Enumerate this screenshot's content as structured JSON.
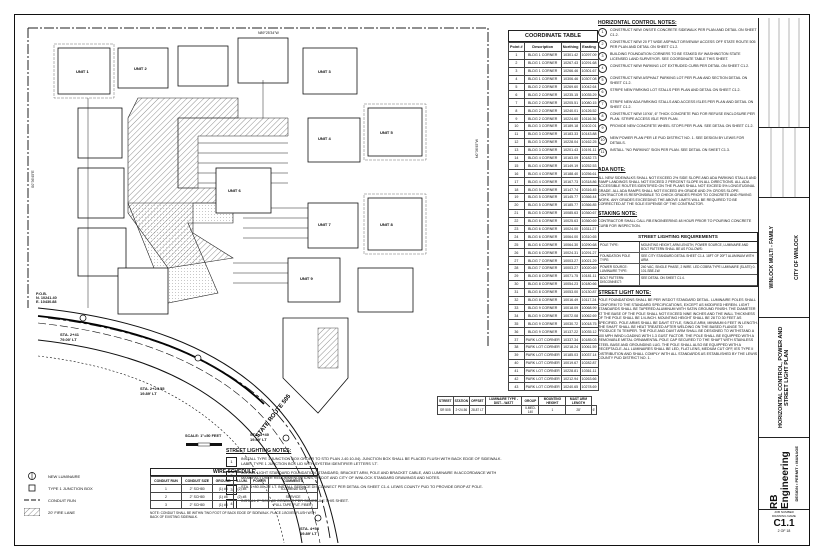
{
  "coordinate_table": {
    "title": "COORDINATE TABLE",
    "headers": [
      "Point #",
      "Description",
      "Northing",
      "Easting"
    ],
    "rows": [
      [
        "1",
        "BLDG 1 CORNER",
        "10301.42",
        "10297.09"
      ],
      [
        "2",
        "BLDG 1 CORNER",
        "10267.43",
        "10291.68"
      ],
      [
        "3",
        "BLDG 1 CORNER",
        "10266.46",
        "10301.67"
      ],
      [
        "4",
        "BLDG 1 CORNER",
        "10306.46",
        "10307.08"
      ],
      [
        "5",
        "BLDG 2 CORNER",
        "10269.60",
        "10042.64"
      ],
      [
        "6",
        "BLDG 2 CORNER",
        "10235.15",
        "10035.29"
      ],
      [
        "7",
        "BLDG 2 CORNER",
        "10205.51",
        "10080.15"
      ],
      [
        "8",
        "BLDG 2 CORNER",
        "10240.01",
        "10126.52"
      ],
      [
        "9",
        "BLDG 2 CORNER",
        "10224.60",
        "10116.36"
      ],
      [
        "10",
        "BLDG 3 CORNER",
        "10189.18",
        "10102.01"
      ],
      [
        "11",
        "BLDG 3 CORNER",
        "10183.33",
        "10143.88"
      ],
      [
        "12",
        "BLDG 3 CORNER",
        "10228.04",
        "10162.25"
      ],
      [
        "13",
        "BLDG 3 CORNER",
        "10201.43",
        "10191.11"
      ],
      [
        "14",
        "BLDG 4 CORNER",
        "10163.09",
        "10182.73"
      ],
      [
        "15",
        "BLDG 4 CORNER",
        "10149.19",
        "10252.53"
      ],
      [
        "16",
        "BLDG 4 CORNER",
        "10188.40",
        "10256.61"
      ],
      [
        "17",
        "BLDG 4 CORNER",
        "10167.73",
        "10318.86"
      ],
      [
        "18",
        "BLDG 5 CORNER",
        "10147.74",
        "10316.45"
      ],
      [
        "19",
        "BLDG 5 CORNER",
        "10145.77",
        "10366.44"
      ],
      [
        "20",
        "BLDG 5 CORNER",
        "10185.77",
        "10366.85"
      ],
      [
        "21",
        "BLDG 5 CORNER",
        "10085.63",
        "10360.67"
      ],
      [
        "22",
        "BLDG 6 CORNER",
        "10025.63",
        "10360.69"
      ],
      [
        "23",
        "BLDG 6 CORNER",
        "10024.00",
        "10311.27"
      ],
      [
        "24",
        "BLDG 6 CORNER",
        "10064.00",
        "10310.65"
      ],
      [
        "25",
        "BLDG 6 CORNER",
        "10064.30",
        "10290.68"
      ],
      [
        "26",
        "BLDG 6 CORNER",
        "10024.31",
        "10291.27"
      ],
      [
        "27",
        "BLDG 7 CORNER",
        "10003.27",
        "10021.29"
      ],
      [
        "28",
        "BLDG 7 CORNER",
        "10003.27",
        "10020.69"
      ],
      [
        "29",
        "BLDG 8 CORNER",
        "10071.75",
        "10181.11"
      ],
      [
        "30",
        "BLDG 8 CORNER",
        "10054.23",
        "10180.66"
      ],
      [
        "31",
        "BLDG 8 CORNER",
        "10053.00",
        "10130.87"
      ],
      [
        "32",
        "BLDG 8 CORNER",
        "10016.49",
        "10117.24"
      ],
      [
        "33",
        "BLDG 9 CORNER",
        "10018.09",
        "10068.99"
      ],
      [
        "34",
        "BLDG 9 CORNER",
        "10072.08",
        "10062.69"
      ],
      [
        "35",
        "BLDG 9 CORNER",
        "10030.72",
        "10018.75"
      ],
      [
        "36",
        "BLDG 9 CORNER",
        "10137.22",
        "10035.12"
      ],
      [
        "37",
        "PARK LOT CORNER",
        "10337.34",
        "10185.03"
      ],
      [
        "38",
        "PARK LOT CORNER",
        "10218.24",
        "10061.59"
      ],
      [
        "39",
        "PARK LOT CORNER",
        "10185.03",
        "10037.14"
      ],
      [
        "40",
        "PARK LOT CORNER",
        "10019.67",
        "10282.87"
      ],
      [
        "41",
        "PARK LOT CORNER",
        "10228.81",
        "10361.11"
      ],
      [
        "42",
        "PARK LOT CORNER",
        "10212.94",
        "10263.66"
      ],
      [
        "43",
        "PARK LOT CORNER",
        "10240.65",
        "10278.69"
      ]
    ]
  },
  "horizontal_control_notes": {
    "title": "HORIZONTAL CONTROL NOTES:",
    "items": [
      {
        "num": "1",
        "text": "CONSTRUCT NEW ONSITE CONCRETE SIDEWALK PER PLAN AND DETAIL ON SHEET C1.2."
      },
      {
        "num": "2",
        "text": "CONSTRUCT NEW 20 FT WIDE ASPHALT DRIVEWAY ACCESS OFF STATE ROUTE 505 PER PLAN AND DETAIL ON SHEET C1.2."
      },
      {
        "num": "3",
        "text": "BUILDING FOUNDATION CORNERS TO BE STAKED BY WASHINGTON STATE LICENSED LAND SURVEYOR. SEE COORDINATE TABLE THIS SHEET."
      },
      {
        "num": "4",
        "text": "CONSTRUCT NEW PARKING LOT EXTRUDED CURB PER DETAIL ON SHEET C1.2."
      },
      {
        "num": "5",
        "text": "CONSTRUCT NEW ASPHALT PARKING LOT PER PLAN AND SECTION DETAIL ON SHEET C1.2."
      },
      {
        "num": "6",
        "text": "STRIPE NEW PARKING LOT STALLS PER PLAN AND DETAIL ON SHEET C1.2."
      },
      {
        "num": "7",
        "text": "STRIPE NEW ADA PARKING STALLS AND ACCESS ISLES PER PLAN AND DETAIL ON SHEET C1.2."
      },
      {
        "num": "8",
        "text": "CONSTRUCT NEW 10'X6', 6\" THICK CONCRETE PAD FOR REFUSE ENCLOSURE PER PLAN. STRIPE ACCESS ISLE PER PLAN."
      },
      {
        "num": "9",
        "text": "PROVIDE NEW CONCRETE WHEEL STOPS PER PLAN. SEE DETAIL ON SHEET C1.2."
      },
      {
        "num": "10",
        "text": "NEW POWER PLAN PER LE PUD DISTRICT NO. 1. SEE DESIGN BY LEWIS FOR DETAILS."
      },
      {
        "num": "11",
        "text": "INSTALL \"NO PARKING\" SIGN PER PLAN. SEE DETAIL ON SHEET C1.3."
      }
    ]
  },
  "ada_note": {
    "title": "ADA NOTE:",
    "text": "ALL NEW SIDEWALKS SHALL NOT EXCEED 2% SIDE SLOPE AND ADA PARKING STALLS AND RAMP LANDINGS SHALL NOT EXCEED 2 PERCENT SLOPE IN ALL DIRECTIONS. ALL ADA ACCESSIBLE ROUTES IDENTIFIED ON THE PLANS SHALL NOT EXCEED 5% LONGITUDINAL GRADE. ALL ADA RAMPS SHALL NOT EXCEED 8% GRADE AND 2% CROSS SLOPE. CONTRACTOR IS RESPONSIBLE TO CHECK GRADES PRIOR TO CONCRETE AND PAVING WORK. ANY GRADES EXCEEDING THE ABOVE LIMITS WILL BE REQUIRED TO BE CORRECTED AT THE SOLE EXPENSE OF THE CONTRACTOR."
  },
  "staking_note": {
    "title": "STAKING NOTE:",
    "text": "CONTRACTOR SHALL CALL RB ENGINEERING 48 HOUR PRIOR TO POURING CONCRETE CURB FOR INSPECTION."
  },
  "street_lighting_requirements": {
    "title": "STREET LIGHTING REQUIREMENTS",
    "rows": [
      {
        "k": "POLE TYPE:",
        "v": "MOUNTING HEIGHT, ARM LENGTH, POWER SOURCE, LUMINAIRE AND BOLT PATTERN SHALL BE AS FOLLOWS:"
      },
      {
        "k": "FOUNDATION POLE TYPE:",
        "v": "SEE CITY STANDARD DETAIL SHEET C1.4. 18FT OF 20FT ALUMINUM WITH ARM."
      },
      {
        "k": "POWER SOURCE: LUMINAIRE TYPE:",
        "v": "240 VAC, SINGLE PHASE, 2 WIRE. LED COBRA TYPE LUMINAIRE (SLATE) 0-101-SBE-1W."
      },
      {
        "k": "BOLT PATTERN: DISCONNECT:",
        "v": "SEE DETAIL ON SHEET C1.4."
      }
    ]
  },
  "street_light_note": {
    "title": "STREET LIGHT NOTE:",
    "text": "POLE FOUNDATIONS SHALL BE PER WSDOT STANDARD DETAIL. LUMINAIRE POLES SHALL CONFORM TO THE STANDARD SPECIFICATIONS, EXCEPT AS MODIFIED HEREIN. LIGHT STANDARDS SHALL BE TAPERED ALUMINUM WITH SATIN GROUND FINISH. THE DIAMETER AT THE BASE OF THE POLE SHALL NOT EXCEED NINE INCHES AND THE WALL THICKNESS OF THE POLE SHALL BE 1/4-INCH. MOUNTING HEIGHT SHALL BE 28 TO 30 FEET AS SPECIFIED. POLE ARMS SHALL BE DAVIT STYLE, SINGLE ARM, MINIMUM 6 FEET IN LENGTH. THE SHAFT SHALL BE HEAT TREATED AFTER WELDING ON THE BASED FLANGE TO PRODUCE T6 TEMPER. THE POLE AND DAVIT ARM SHALL BE DESIGNED TO WITHSTAND A 100 MPH WIND LOADING WITH 1.3 GUST FACTOR. THE POLE SHALL BE EQUIPPED WITH A REMOVABLE METAL ORNAMENTAL POLE CAP SECURED TO THE SHAFT WITH STAINLESS STEEL BASE AND GROUNDING LUG. THE POLE SHALL ALSO BE EQUIPPED WITH A RECEPTACLE. ALL LUMINAIRES SHALL BE LED, FLAT LENS, MEDIUM CUT OFF, IES TYPE II DISTRIBUTION AND SHALL COMPLY WITH ALL STANDARDS AS ESTABLISHED BY THE LEWIS COUNTY PUD DISTRICT NO. 1."
  },
  "street_lighting_notes": {
    "title": "STREET LIGHTING NOTES:",
    "items": [
      {
        "num": "1",
        "text": "INSTALL TYPE 1 JUNCTION BOX ORDER TO STD PLAN J-40.10-04). JUNCTION BOX SHALL BE PLACED FLUSH WITH BACK EDGE OF SIDEWALK. LABEL TYPE 1 JUNCTION BOX LID WITH SYSTEM IDENTIFIER LETTERS 'LT'."
      },
      {
        "num": "2",
        "text": "INSTALL LIGHT STANDARD FOUNDATION, STANDARD, BRACKET ARM, POLE AND BRACKET CABLE, AND LUMINAIRE IN ACCORDANCE WITH MANUFACTURER RECOMMENDATIONS, WSDOT AND CITY OF WINLOCK STANDARD DRAWINGS AND NOTES."
      },
      {
        "num": "3",
        "text": "STA. 1+80.00, 28' LT. INSTALL SERVICE DISCONNECT PER DETAIL ON SHEET C1.4. LEWIS COUNTY PUD TO PROVIDE DROP AT POLE."
      },
      {
        "num": "4",
        "text": "INSTALL 2\" SCH. 80 CONDUIT PER SCHEDULE THIS SHEET."
      }
    ]
  },
  "legend": {
    "items": [
      {
        "name": "NEW LUMINAIRE"
      },
      {
        "name": "TYPE 1 JUNCTION BOX"
      },
      {
        "name": "CONDUIT RUN"
      },
      {
        "name": "20' FIRE LANE"
      }
    ]
  },
  "wire_schedule": {
    "title": "WIRE SCHEDULE",
    "headers": [
      "CONDUIT RUN",
      "CONDUIT SIZE",
      "GROUND",
      "ILLUM.",
      "POWER",
      "COMMENTS"
    ],
    "rows": [
      [
        "1",
        "2\" SCH80",
        "(1) #8",
        "(2) #8",
        "",
        "ILLUMINATION"
      ],
      [
        "2",
        "2\" SCH80",
        "(1) #8",
        "(2) #8",
        "",
        "SERVICE"
      ],
      [
        "3",
        "2\" SCH80",
        "(1) #8",
        "",
        "",
        "PULL TAPE (FUT. FIBER)"
      ]
    ],
    "note": "NOTE: CONDUIT SHALL BE WITHIN TWO FOOT OF BACK EDGE OF SIDEWALK. PLACE J-BOXES FLUSH WITH BACK OF EXISTING SIDEWALK."
  },
  "station_table": {
    "headers": [
      "STREET",
      "STATION",
      "OFFSET",
      "LUMINAIRE TYPE - DIST. - WATT",
      "GROUP",
      "MOUNTING HEIGHT",
      "MAST ARM LENGTH"
    ],
    "rows": [
      [
        "SR 505",
        "2+24.56",
        "28.87 LT",
        "",
        "II-MED-140",
        "1",
        "28'",
        "6'"
      ]
    ]
  },
  "plan_labels": {
    "road": "STATE ROUTE 505",
    "sta1": "STA. 2+41\n79.00' LT",
    "sta2": "STA. 2+24.55\n19.89' LT",
    "sta3": "STA. 3+40\n19.69' LT",
    "sta4": "STA. 4+53\n19.89' LT",
    "scale": "SCALE: 1\"=50 FEET",
    "pob": "P.O.B.\nN. 10241.40\nE. 10430.88",
    "units": [
      "UNIT 1",
      "UNIT 2",
      "UNIT 3",
      "UNIT 4",
      "UNIT 5",
      "UNIT 6",
      "UNIT 7",
      "UNIT 8",
      "UNIT 9"
    ]
  },
  "title_block": {
    "company": "RB Engineering",
    "tagline": "DESIGN • PERMIT • MANAGE",
    "project": "WINLOCK MULTI - FAMILY",
    "sheet_title": "HORIZONTAL CONTROL, POWER AND STREET LIGHT PLAN",
    "client": "CITY OF WINLOCK",
    "job_label": "JOB NUMBER",
    "drawing_label": "DRAWING NAME",
    "sheet_no": "C1.1",
    "sheet_of": "2 OF 18"
  }
}
